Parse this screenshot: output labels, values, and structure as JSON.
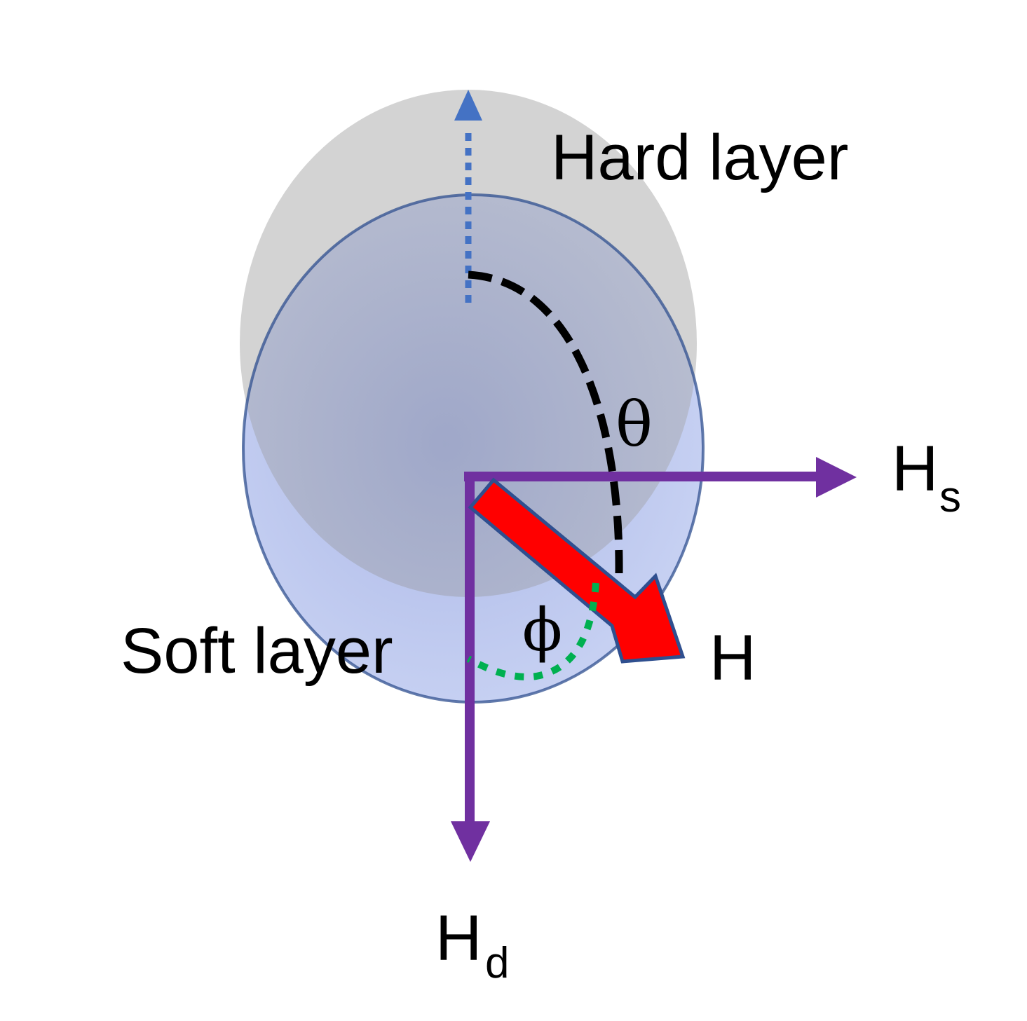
{
  "labels": {
    "hard_layer": "Hard layer",
    "soft_layer": "Soft layer",
    "theta": "θ",
    "phi": "ϕ",
    "h_s_main": "H",
    "h_s_sub": "s",
    "h_d_main": "H",
    "h_d_sub": "d",
    "h": "H"
  },
  "colors": {
    "hard_layer_fill": "#d3d3d3",
    "soft_layer_fill": "#c3cdf0",
    "soft_layer_stroke": "#2f4f8f",
    "overlap_fill": "#9aa3c4",
    "hard_axis_arrow": "#4472c4",
    "field_arrows": "#7030a0",
    "h_vector_fill": "#ff0000",
    "h_vector_stroke": "#2f4f8f",
    "theta_arc": "#000000",
    "phi_arc": "#00b050"
  }
}
